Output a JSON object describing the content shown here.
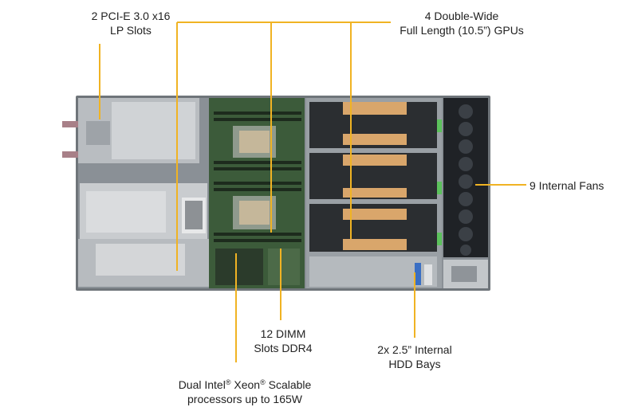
{
  "colors": {
    "callout_line": "#f0b323",
    "chassis": "#6f757a",
    "motherboard": "#3c5b3a",
    "gpu_body": "#2b2e31",
    "gpu_copper": "#d9a66b",
    "fan": "#1f2226",
    "psu": "#c9cccf"
  },
  "callouts": {
    "pcie": {
      "line1": "2 PCI-E 3.0 x16",
      "line2": "LP Slots"
    },
    "gpus": {
      "line1": "4 Double-Wide",
      "line2": "Full Length (10.5”) GPUs"
    },
    "fans": {
      "line1": "9 Internal Fans"
    },
    "dimm": {
      "line1": "12 DIMM",
      "line2": "Slots DDR4"
    },
    "hdd": {
      "line1": "2x 2.5” Internal",
      "line2": "HDD Bays"
    },
    "cpu": {
      "line1_a": "Dual Intel",
      "reg1": "®",
      "line1_b": " Xeon",
      "reg2": "®",
      "line1_c": " Scalable",
      "line2": "processors up to 165W"
    }
  }
}
